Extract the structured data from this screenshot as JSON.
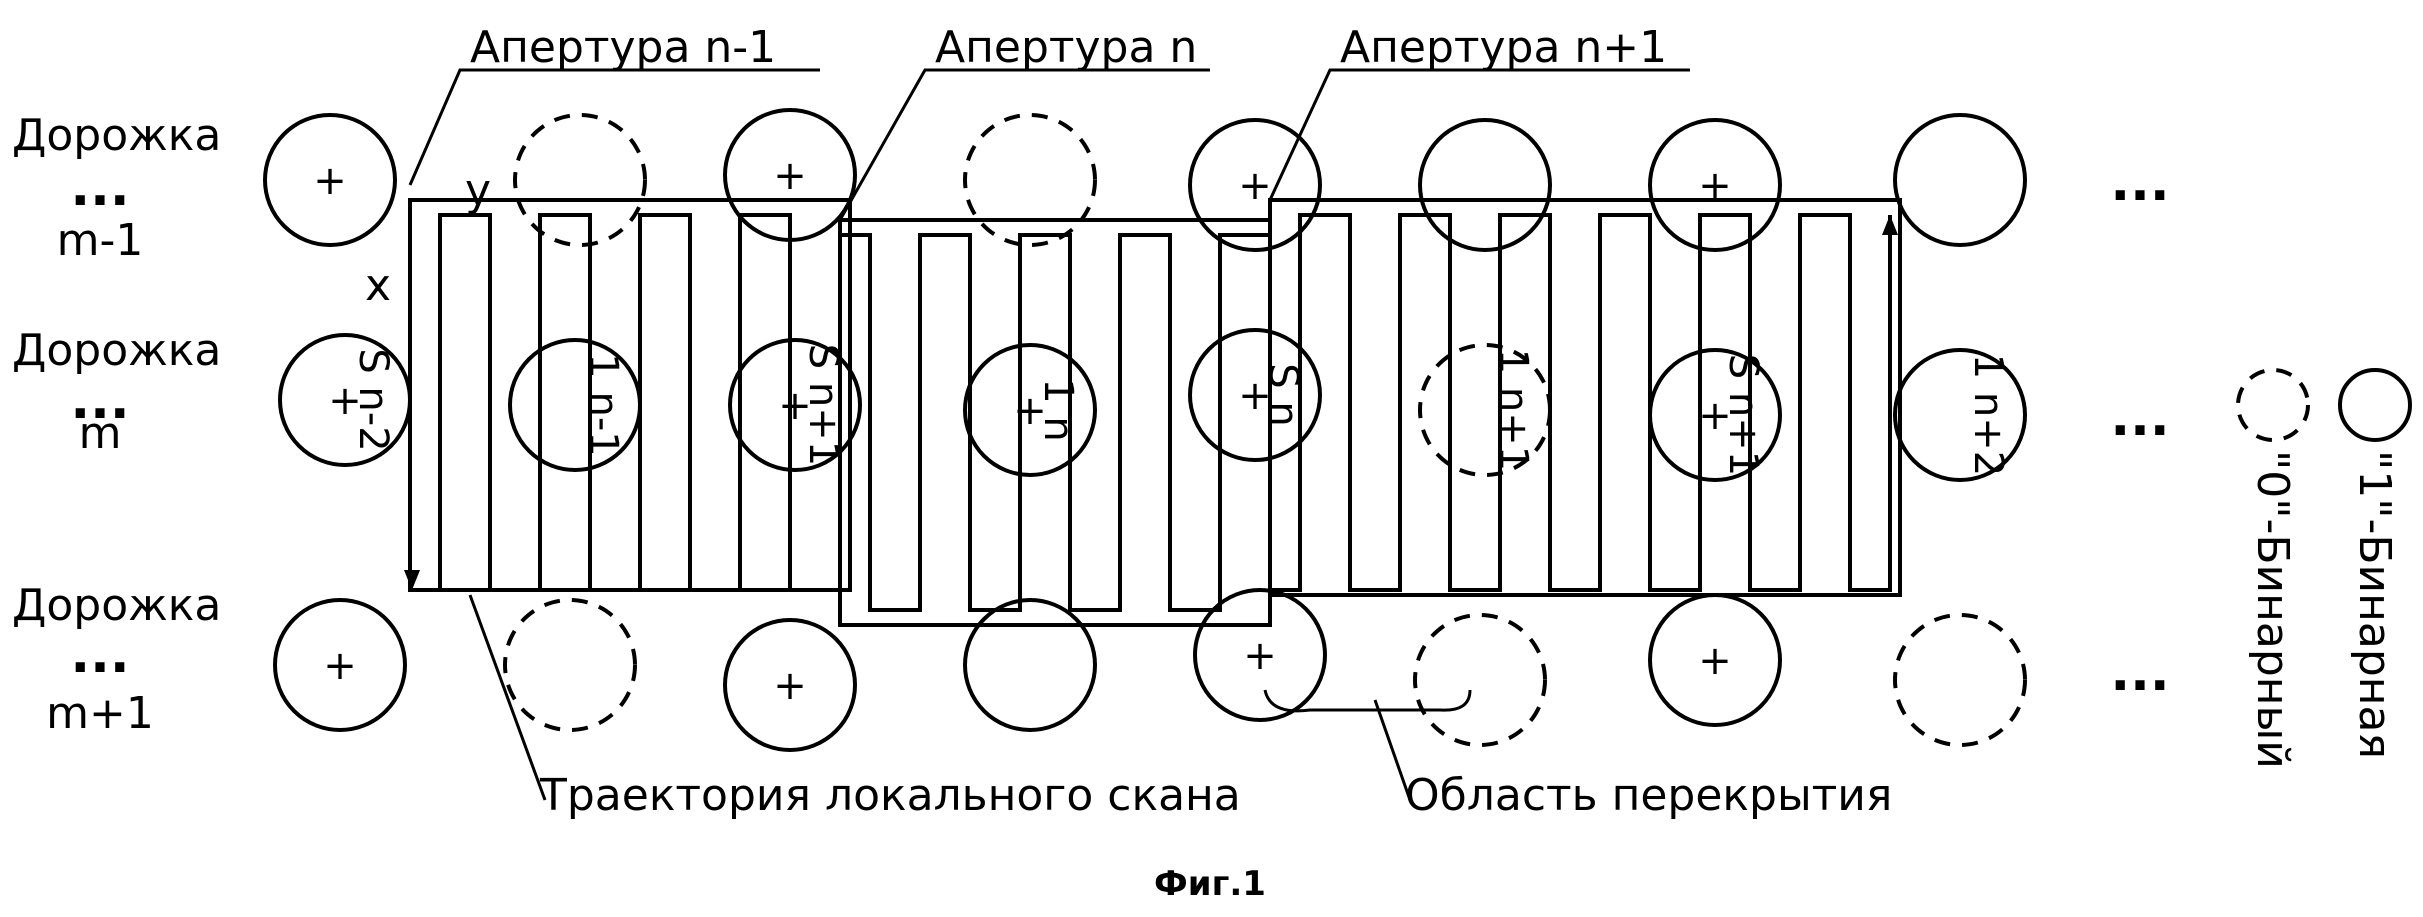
{
  "figure": {
    "caption": "Фиг.1",
    "apertures": [
      "Апертура n-1",
      "Апертура n",
      "Апертура n+1"
    ],
    "tracks": [
      {
        "name": "Дорожка",
        "index": "m-1"
      },
      {
        "name": "Дорожка",
        "index": "m"
      },
      {
        "name": "Дорожка",
        "index": "m+1"
      }
    ],
    "scan_label": "Траектория локального скана",
    "overlap_label": "Область перекрытия",
    "x_axis_label": "x",
    "y_axis_label": "y",
    "ellipsis": "...",
    "vertical_dots": "...",
    "legend": {
      "zero": "\"0\"-Бинарный",
      "one": "\"1\"-Бинарная"
    },
    "mark_labels": [
      "S n-2",
      "1 n-1",
      "S n+1",
      "1 n",
      "S n",
      "1 n+1",
      "S n+1",
      "1 n+2"
    ]
  }
}
